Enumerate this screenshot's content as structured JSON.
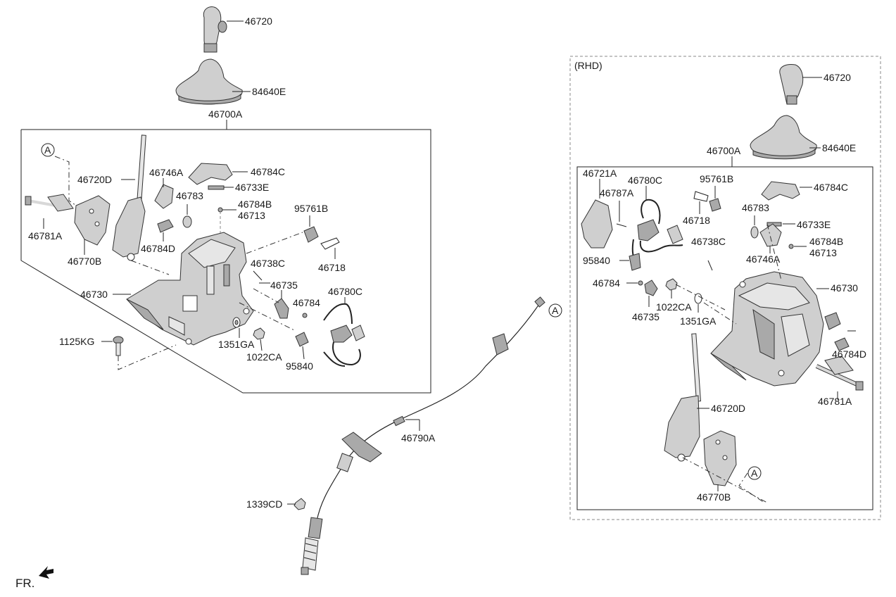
{
  "labels": {
    "l_46720": "46720",
    "l_84640E": "84640E",
    "l_46700A": "46700A",
    "l_A1": "A",
    "l_46720D": "46720D",
    "l_46746A": "46746A",
    "l_46784C": "46784C",
    "l_46733E": "46733E",
    "l_46783": "46783",
    "l_46784B": "46784B",
    "l_46713": "46713",
    "l_95761B": "95761B",
    "l_46781A": "46781A",
    "l_46784D": "46784D",
    "l_46770B": "46770B",
    "l_46718": "46718",
    "l_46738C": "46738C",
    "l_46735": "46735",
    "l_46730": "46730",
    "l_46780C": "46780C",
    "l_46784": "46784",
    "l_1351GA": "1351GA",
    "l_1022CA": "1022CA",
    "l_95840": "95840",
    "l_1125KG": "1125KG",
    "l_A2": "A",
    "l_46790A": "46790A",
    "l_1339CD": "1339CD",
    "fr": "FR.",
    "r_RHD": "(RHD)",
    "r_46720": "46720",
    "r_84640E": "84640E",
    "r_46700A": "46700A",
    "r_46721A": "46721A",
    "r_46780C": "46780C",
    "r_95761B": "95761B",
    "r_46787A": "46787A",
    "r_46784C": "46784C",
    "r_46783": "46783",
    "r_46718": "46718",
    "r_46733E": "46733E",
    "r_46738C": "46738C",
    "r_46784B": "46784B",
    "r_46713": "46713",
    "r_95840": "95840",
    "r_46746A": "46746A",
    "r_46730": "46730",
    "r_46784": "46784",
    "r_1022CA": "1022CA",
    "r_46735": "46735",
    "r_1351GA": "1351GA",
    "r_46784D": "46784D",
    "r_46720D": "46720D",
    "r_46781A": "46781A",
    "r_A": "A",
    "r_46770B": "46770B"
  }
}
